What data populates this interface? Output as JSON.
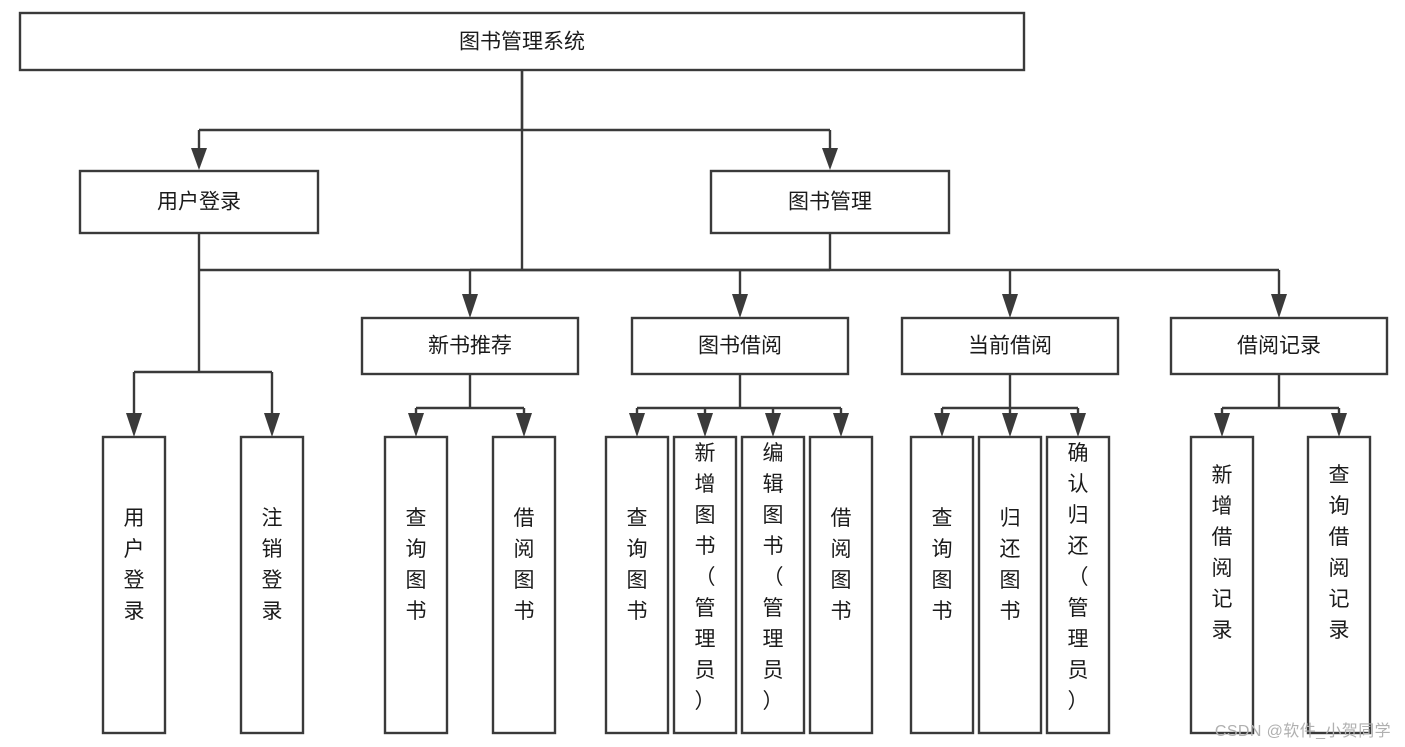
{
  "diagram": {
    "type": "tree",
    "title": "图书管理系统",
    "watermark": "CSDN @软件_小贺同学",
    "colors": {
      "stroke": "#3a3a3a",
      "fill": "#ffffff",
      "text": "#1b1b1b",
      "watermark": "#b0b0b0"
    },
    "levels": {
      "root": {
        "label": "图书管理系统"
      },
      "level2": [
        {
          "label": "用户登录"
        },
        {
          "label": "图书管理"
        }
      ],
      "level3": [
        {
          "label": "新书推荐"
        },
        {
          "label": "图书借阅"
        },
        {
          "label": "当前借阅"
        },
        {
          "label": "借阅记录"
        }
      ],
      "leaves": [
        {
          "label": "用户登录",
          "parent": "用户登录"
        },
        {
          "label": "注销登录",
          "parent": "用户登录"
        },
        {
          "label": "查询图书",
          "parent": "新书推荐"
        },
        {
          "label": "借阅图书",
          "parent": "新书推荐"
        },
        {
          "label": "查询图书",
          "parent": "图书借阅"
        },
        {
          "label": "新增图书（管理员）",
          "parent": "图书借阅"
        },
        {
          "label": "编辑图书（管理员）",
          "parent": "图书借阅"
        },
        {
          "label": "借阅图书",
          "parent": "图书借阅"
        },
        {
          "label": "查询图书",
          "parent": "当前借阅"
        },
        {
          "label": "归还图书",
          "parent": "当前借阅"
        },
        {
          "label": "确认归还（管理员）",
          "parent": "当前借阅"
        },
        {
          "label": "新增借阅记录",
          "parent": "借阅记录"
        },
        {
          "label": "查询借阅记录",
          "parent": "借阅记录"
        }
      ]
    }
  }
}
